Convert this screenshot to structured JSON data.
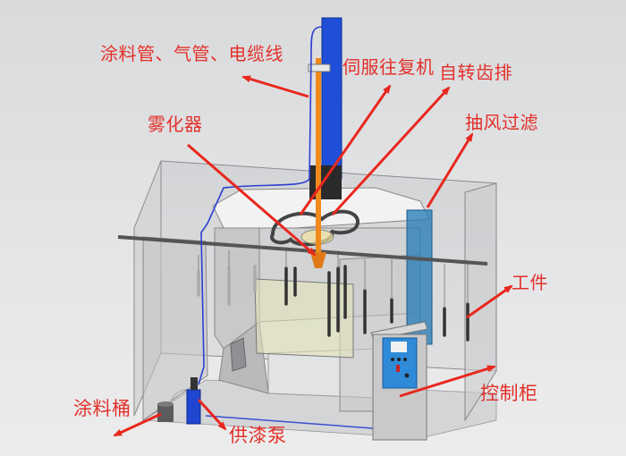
{
  "labels": {
    "pipes": "涂料管、气管、电缆线",
    "servo": "伺服往复机",
    "rotating_rack": "自转齿排",
    "atomizer": "雾化器",
    "exhaust_filter": "抽风过滤",
    "workpiece": "工件",
    "control_cabinet": "控制柜",
    "paint_bucket": "涂料桶",
    "paint_pump": "供漆泵"
  },
  "colors": {
    "label": "#e3302a",
    "arrow": "#e8281e",
    "column": "#1f4fd8",
    "servo_rod": "#f08a1c",
    "filter": "#2c7fb8"
  }
}
